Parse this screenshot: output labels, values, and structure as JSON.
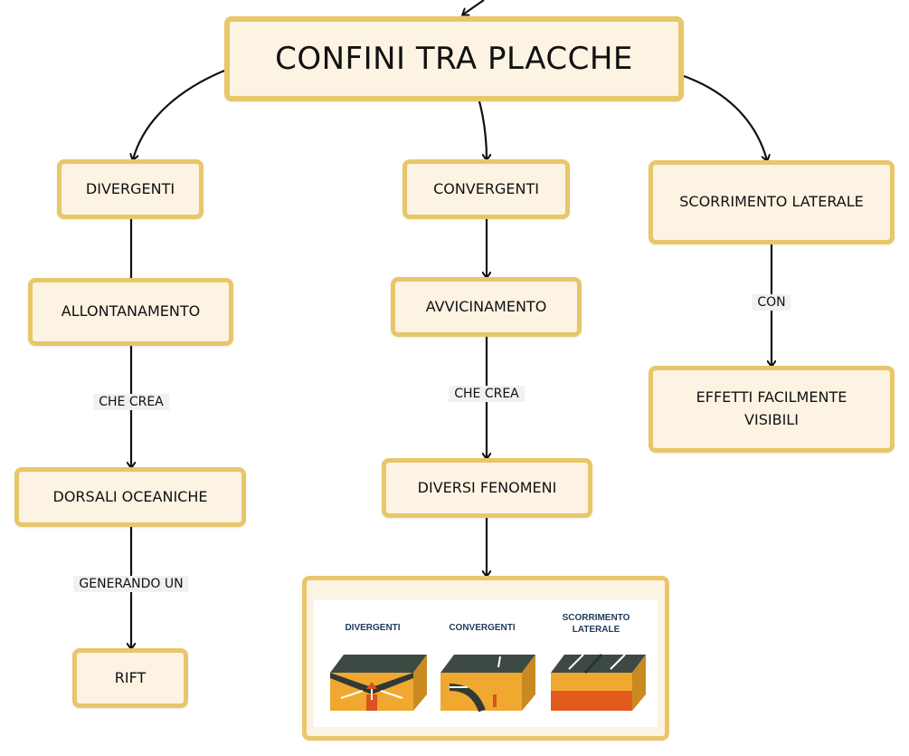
{
  "nodes": {
    "title": "CONFINI TRA PLACCHE",
    "divergenti": "DIVERGENTI",
    "convergenti": "CONVERGENTI",
    "scorrimento": "SCORRIMENTO LATERALE",
    "allontanamento": "ALLONTANAMENTO",
    "avvicinamento": "AVVICINAMENTO",
    "effetti_line1": "EFFETTI FACILMENTE",
    "effetti_line2": "VISIBILI",
    "dorsali": "DORSALI OCEANICHE",
    "fenomeni": "DIVERSI FENOMENI",
    "rift": "RIFT"
  },
  "labels": {
    "con": "CON",
    "che_crea_left": "CHE CREA",
    "che_crea_mid": "CHE CREA",
    "generando": "GENERANDO UN"
  },
  "figure": {
    "captions": {
      "divergenti": "DIVERGENTI",
      "convergenti": "CONVERGENTI",
      "scorrimento_line1": "SCORRIMENTO",
      "scorrimento_line2": "LATERALE"
    }
  },
  "colors": {
    "box_fill": "#fdf3e3",
    "box_border": "#e8c66a",
    "crust_top": "#3d4a44",
    "mantle": "#f0a830",
    "magma": "#d9531e"
  }
}
